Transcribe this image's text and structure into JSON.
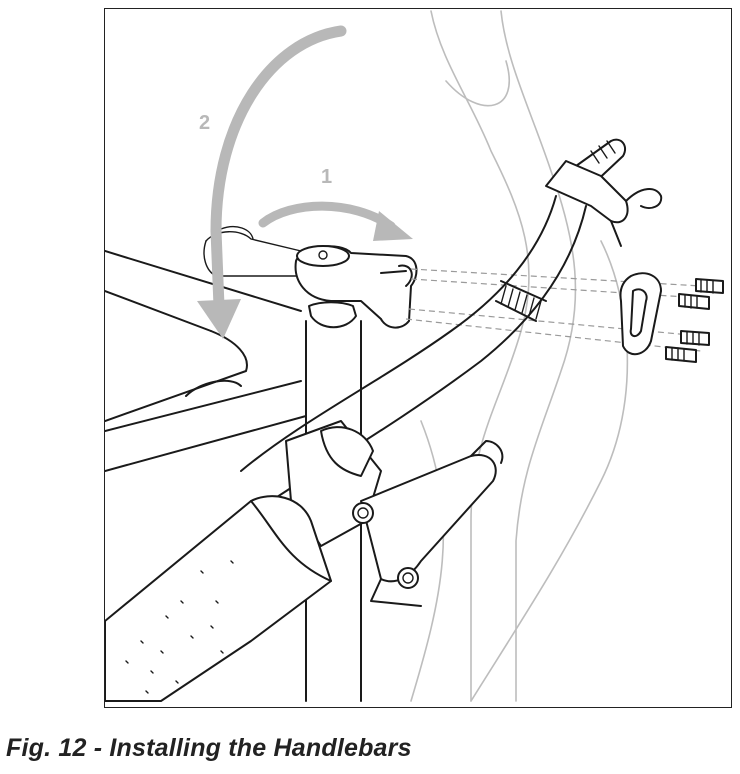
{
  "figure": {
    "caption": "Fig. 12 - Installing the Handlebars",
    "step_labels": {
      "step1": "1",
      "step2": "2"
    },
    "colors": {
      "ink": "#1a1a1a",
      "arrow": "#b8b8b8",
      "ghost": "#bdbdbd"
    }
  }
}
